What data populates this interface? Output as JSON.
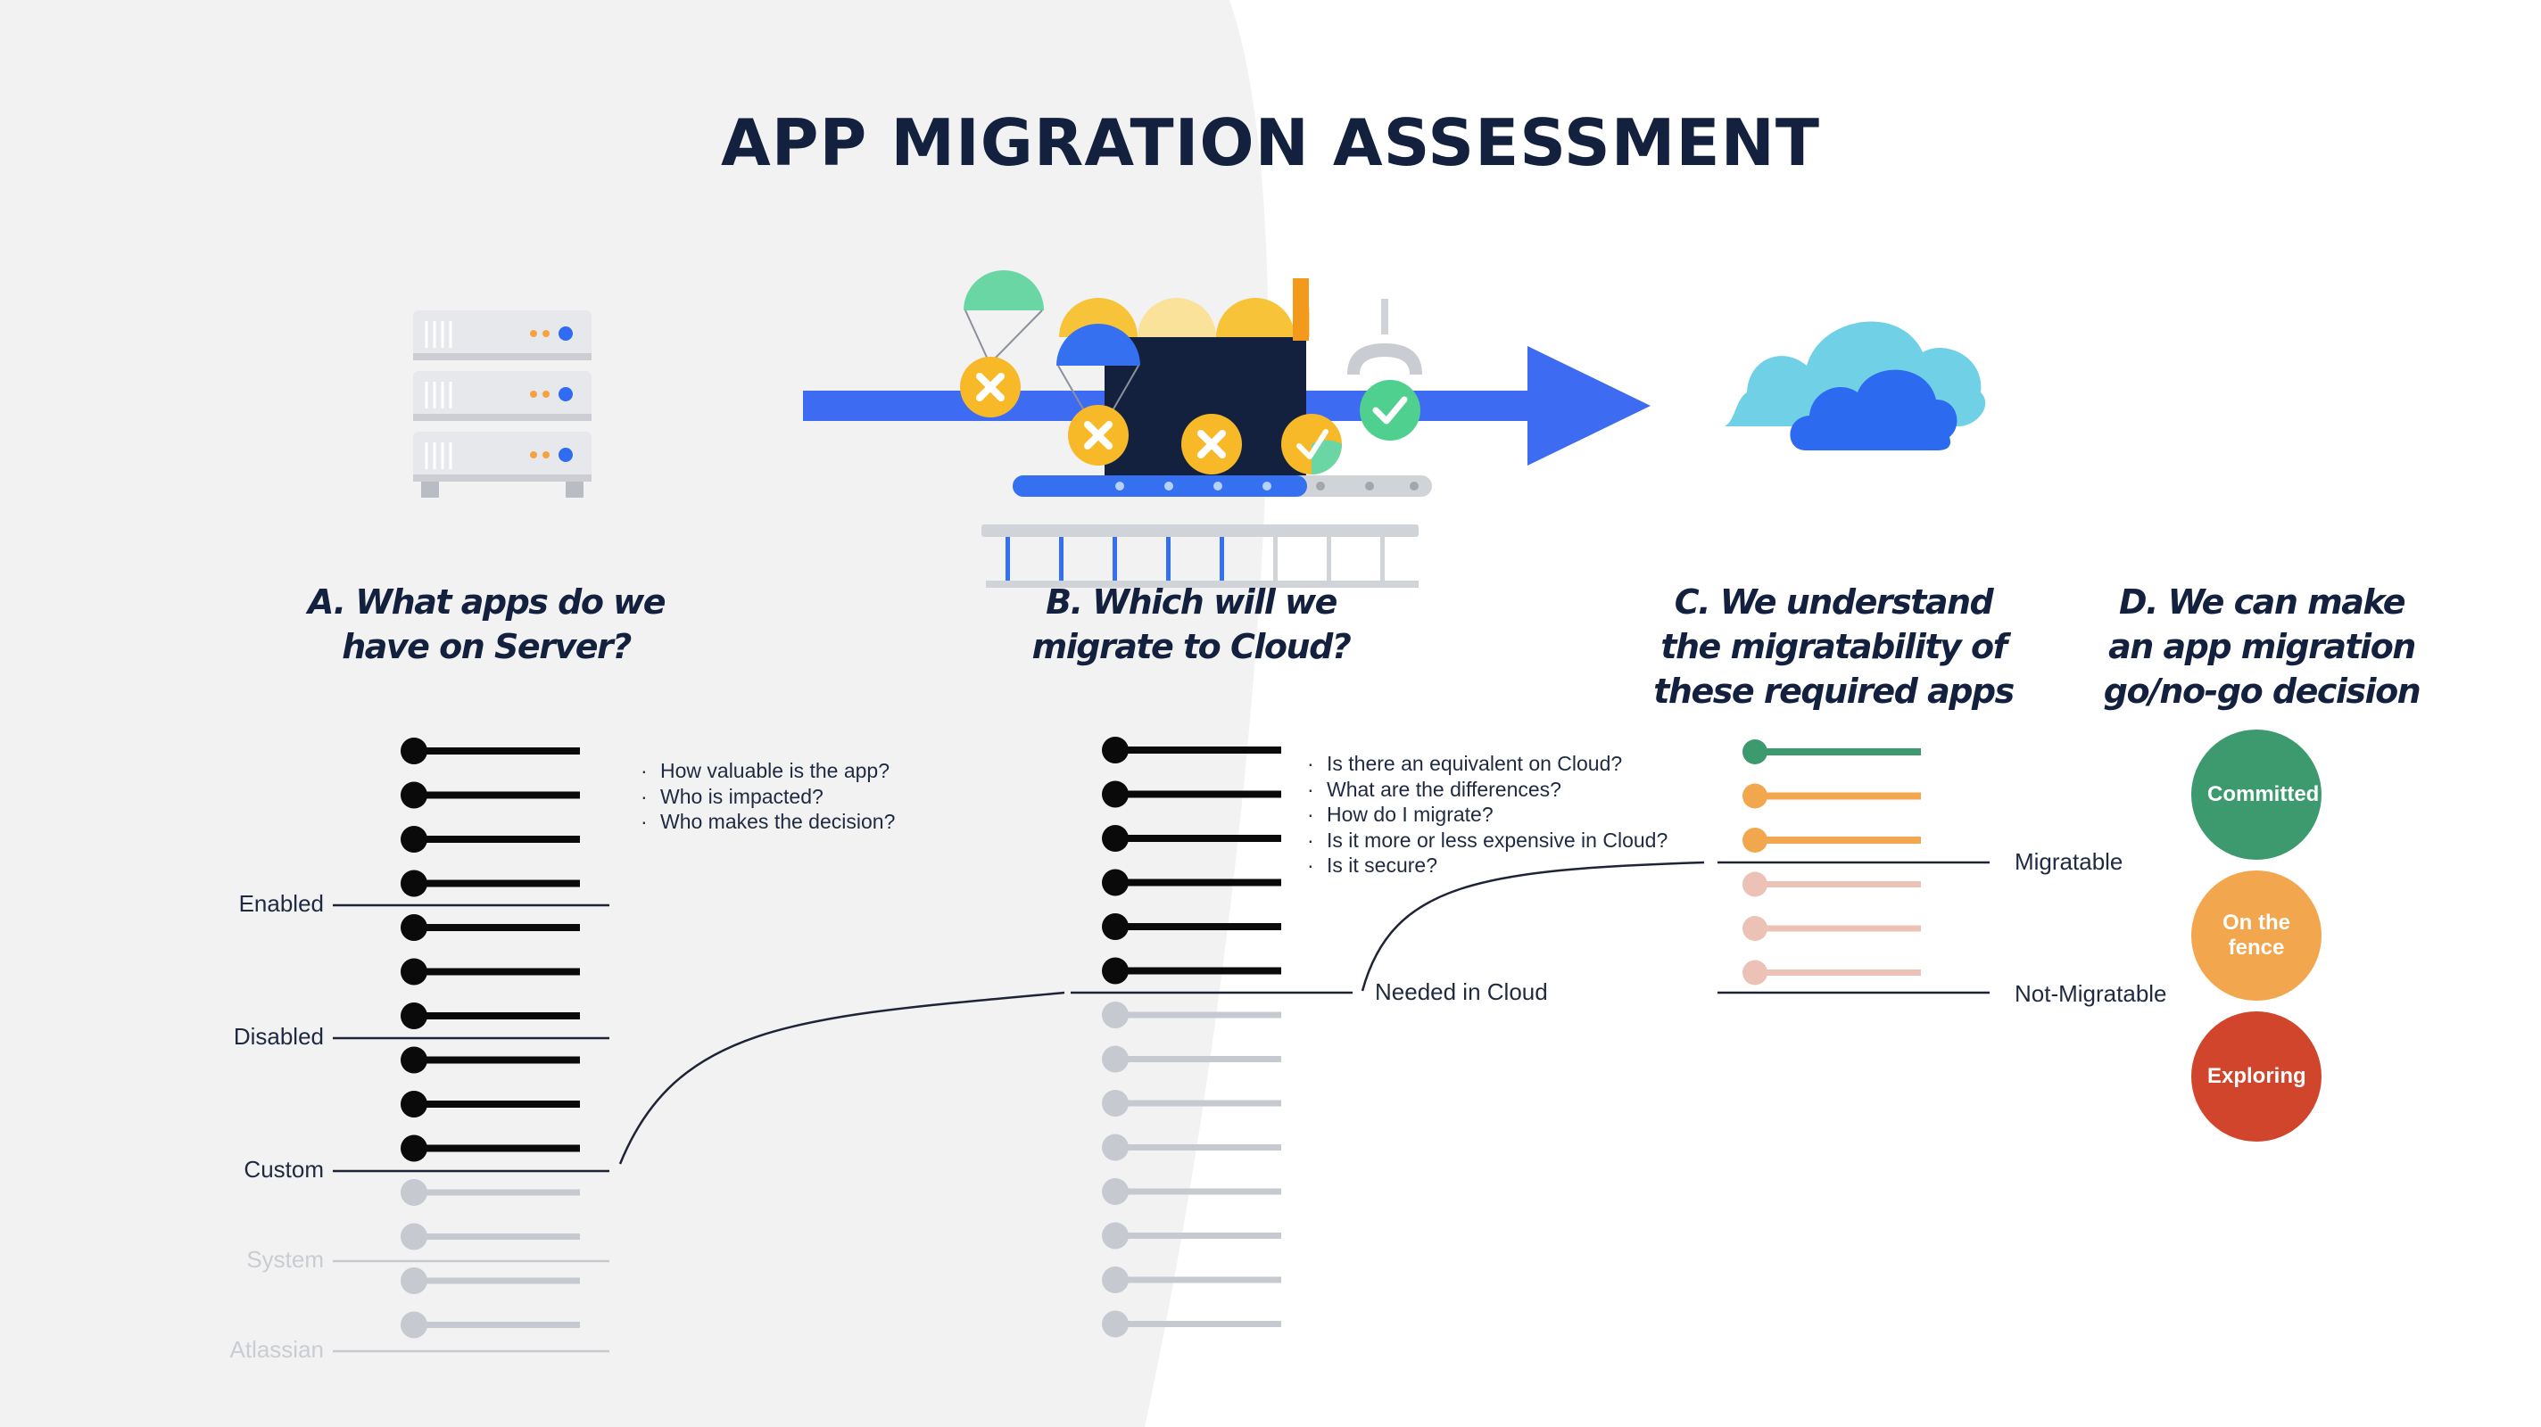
{
  "title": "APP MIGRATION ASSESSMENT",
  "colors": {
    "navy": "#13213f",
    "blue_arrow": "#3d6bf2",
    "gray_bg": "#f2f2f3",
    "inactive": "#c6c9cf",
    "green": "#3d9a6e",
    "orange": "#f2a64d",
    "red": "#d0452c",
    "coin_yellow": "#f7b927",
    "pink": "#ecc1b6"
  },
  "icons": [
    "server-icon",
    "conveyor-factory-icon",
    "cloud-icon",
    "progress-arrow-icon"
  ],
  "steps": {
    "a": {
      "heading_line1": "A. What apps do we",
      "heading_line2": "have on Server?"
    },
    "b": {
      "heading_line1": "B. Which will we",
      "heading_line2": "migrate to Cloud?"
    },
    "c": {
      "heading_line1": "C. We understand",
      "heading_line2": "the migratability of",
      "heading_line3": "these required apps"
    },
    "d": {
      "heading_line1": "D. We can make",
      "heading_line2": "an app migration",
      "heading_line3": "go/no-go decision"
    }
  },
  "questions_a": [
    "How valuable is the app?",
    "Who is impacted?",
    "Who makes the decision?"
  ],
  "questions_b": [
    "Is there an equivalent on Cloud?",
    "What are the differences?",
    "How do I migrate?",
    "Is it more or less expensive in Cloud?",
    "Is it secure?"
  ],
  "labels_a": {
    "enabled": "Enabled",
    "disabled": "Disabled",
    "custom": "Custom",
    "system": "System",
    "atlassian": "Atlassian"
  },
  "labels_b": {
    "needed": "Needed in Cloud"
  },
  "labels_c": {
    "migratable": "Migratable",
    "not_migratable": "Not-Migratable"
  },
  "decisions": {
    "committed": "Committed",
    "fence": "On the fence",
    "exploring": "Exploring"
  },
  "app_lists": {
    "a_active": 10,
    "a_inactive": 4,
    "b_active": 6,
    "b_inactive": 8,
    "c_migratable": [
      "green",
      "orange",
      "orange"
    ],
    "c_not_migratable": 3
  }
}
